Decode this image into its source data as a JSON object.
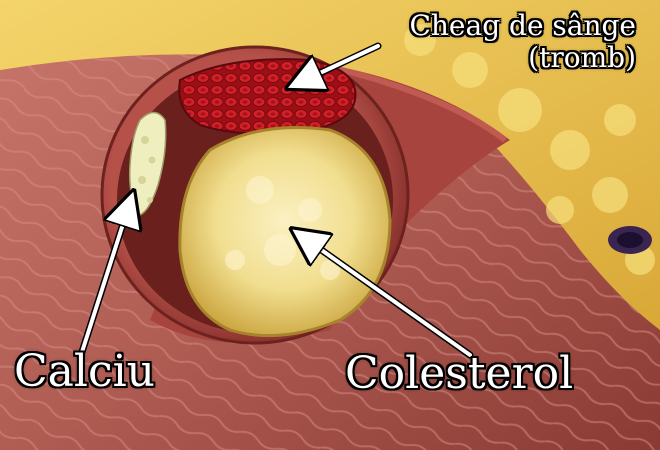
{
  "labels": {
    "clot_line1": "Cheag de sânge",
    "clot_line2": "(tromb)",
    "calcium": "Calciu",
    "cholesterol": "Colesterol"
  },
  "colors": {
    "background_tissue": "#b9675e",
    "fat_yellow": "#e8c24a",
    "vessel_wall": "#9e3b36",
    "lumen_dark": "#5a1a18",
    "clot_red": "#c8141c",
    "plaque_yellow": "#f1de8f",
    "calcium_cream": "#efeebf",
    "arrow_white": "#ffffff"
  }
}
